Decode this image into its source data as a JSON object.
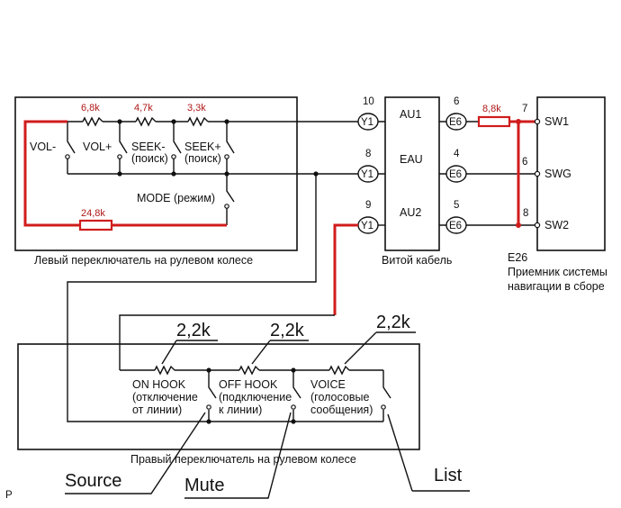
{
  "colors": {
    "wire": "#111111",
    "red": "#d01c1c",
    "red_text": "#b01818"
  },
  "left_switch": {
    "caption": "Левый переключатель на рулевом колесе",
    "resistors": [
      "6,8k",
      "4,7k",
      "3,3k",
      "24,8k"
    ],
    "switches": {
      "vol_minus": "VOL-",
      "vol_plus": "VOL+",
      "seek_minus": "SEEK-",
      "seek_minus_ru": "(поиск)",
      "seek_plus": "SEEK+",
      "seek_plus_ru": "(поиск)",
      "mode": "MODE (режим)"
    }
  },
  "spiral": {
    "caption": "Витой кабель",
    "rows": [
      {
        "pin_left": "10",
        "connector_left": "Y1",
        "name": "AU1",
        "connector_right": "E6",
        "pin_right": "6"
      },
      {
        "pin_left": "8",
        "connector_left": "Y1",
        "name": "EAU",
        "connector_right": "E6",
        "pin_right": "4"
      },
      {
        "pin_left": "9",
        "connector_left": "Y1",
        "name": "AU2",
        "connector_right": "E6",
        "pin_right": "5"
      }
    ],
    "extra_resistor": "8,8k"
  },
  "receiver": {
    "pins": [
      "7",
      "6",
      "8"
    ],
    "terminals": [
      "SW1",
      "SWG",
      "SW2"
    ],
    "code": "E26",
    "caption_line1": "Приемник системы",
    "caption_line2": "навигации в сборе"
  },
  "right_switch": {
    "caption": "Правый переключатель на рулевом колесе",
    "resistors": [
      "2,2k",
      "2,2k",
      "2,2k"
    ],
    "switches": {
      "on_hook": "ON HOOK",
      "on_hook_ru1": "(отключение",
      "on_hook_ru2": "от линии)",
      "off_hook": "OFF HOOK",
      "off_hook_ru1": "(подключение",
      "off_hook_ru2": "к линии)",
      "voice": "VOICE",
      "voice_ru1": "(голосовые",
      "voice_ru2": "сообщения)"
    }
  },
  "annotations": {
    "source": "Source",
    "mute": "Mute",
    "list": "List"
  },
  "corner_mark": "P"
}
